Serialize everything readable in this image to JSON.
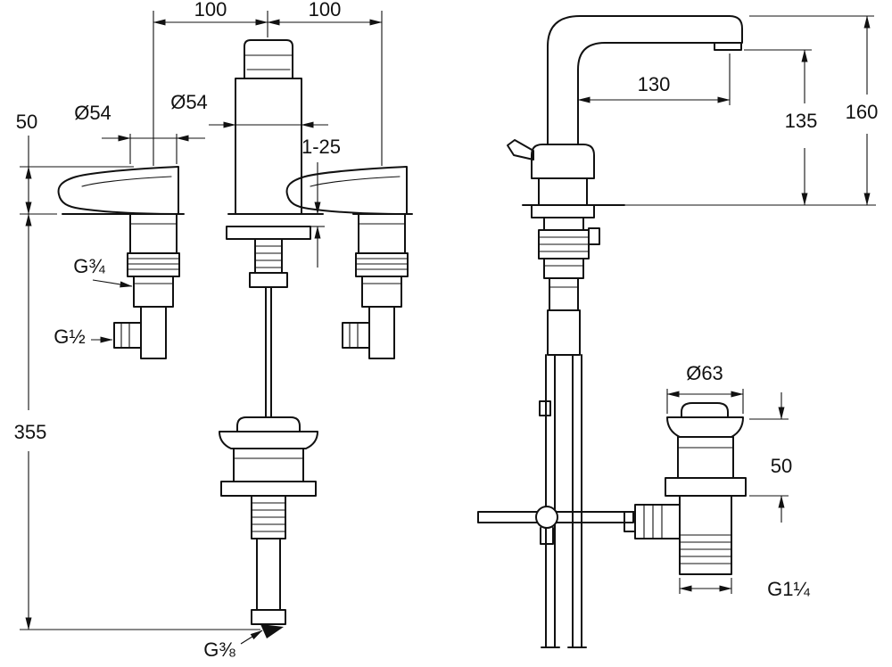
{
  "drawing": {
    "background": "#ffffff",
    "line_color": "#111111",
    "views": {
      "three_hole_mixer": {
        "dim_spacing_left": "100",
        "dim_spacing_right": "100",
        "dim_handle_diameter": "Ø54",
        "dim_spout_diameter": "Ø54",
        "dim_handle_height": "50",
        "dim_deck_range": "1-25",
        "thread_shank": "G¾",
        "thread_outlet": "G½",
        "dim_length_below_deck": "355",
        "thread_hose": "G⅜"
      },
      "single_hole_mixer": {
        "dim_reach": "130",
        "dim_outlet_height": "135",
        "dim_total_height": "160",
        "dim_waste_diameter": "Ø63",
        "dim_waste_height": "50",
        "thread_waste": "G1¼"
      }
    }
  }
}
